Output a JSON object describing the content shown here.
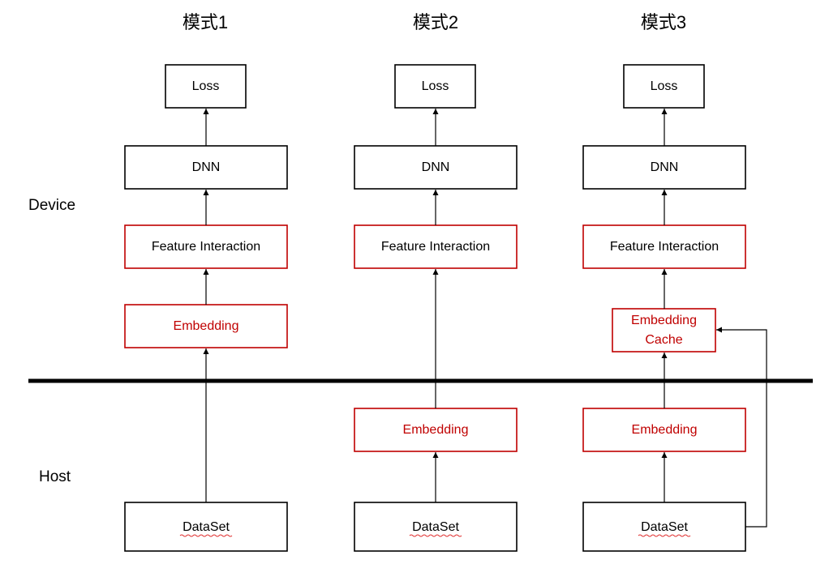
{
  "columns": [
    {
      "title": "模式1",
      "nodes": {
        "loss": "Loss",
        "dnn": "DNN",
        "feature_interaction": "Feature Interaction",
        "embedding": "Embedding",
        "dataset": "DataSet"
      }
    },
    {
      "title": "模式2",
      "nodes": {
        "loss": "Loss",
        "dnn": "DNN",
        "feature_interaction": "Feature Interaction",
        "embedding": "Embedding",
        "dataset": "DataSet"
      }
    },
    {
      "title": "模式3",
      "nodes": {
        "loss": "Loss",
        "dnn": "DNN",
        "feature_interaction": "Feature Interaction",
        "embedding_cache_line1": "Embedding",
        "embedding_cache_line2": "Cache",
        "embedding": "Embedding",
        "dataset": "DataSet"
      }
    }
  ],
  "zones": {
    "device": "Device",
    "host": "Host"
  },
  "colors": {
    "highlight": "#c00000",
    "default": "#000000"
  }
}
